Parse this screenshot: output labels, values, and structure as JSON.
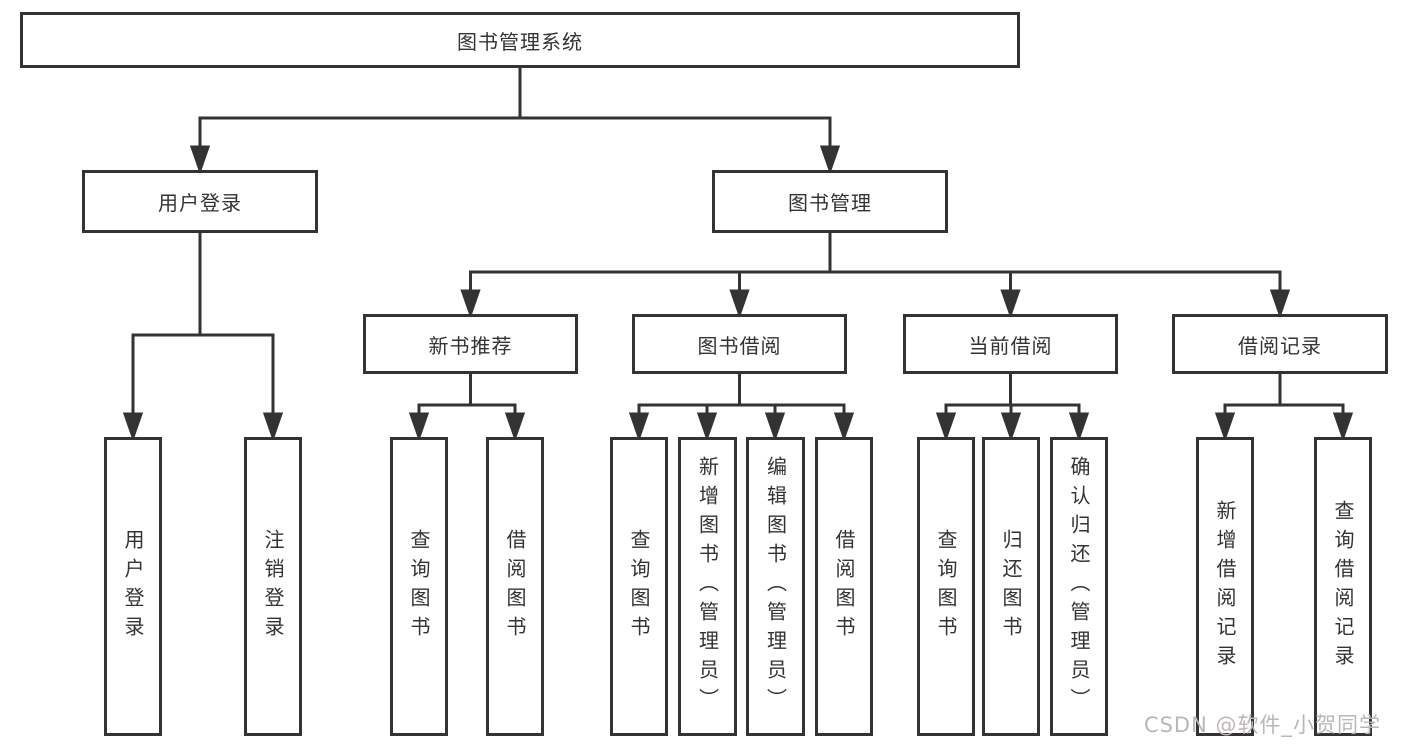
{
  "diagram": {
    "title": "图书管理系统",
    "branches": [
      {
        "label": "用户登录",
        "children": [
          {
            "label": "用户登录"
          },
          {
            "label": "注销登录"
          }
        ]
      },
      {
        "label": "图书管理",
        "children": [
          {
            "label": "新书推荐",
            "children": [
              {
                "label": "查询图书"
              },
              {
                "label": "借阅图书"
              }
            ]
          },
          {
            "label": "图书借阅",
            "children": [
              {
                "label": "查询图书"
              },
              {
                "label": "新增图书（管理员）"
              },
              {
                "label": "编辑图书（管理员）"
              },
              {
                "label": "借阅图书"
              }
            ]
          },
          {
            "label": "当前借阅",
            "children": [
              {
                "label": "查询图书"
              },
              {
                "label": "归还图书"
              },
              {
                "label": "确认归还（管理员）"
              }
            ]
          },
          {
            "label": "借阅记录",
            "children": [
              {
                "label": "新增借阅记录"
              },
              {
                "label": "查询借阅记录"
              }
            ]
          }
        ]
      }
    ]
  },
  "watermark": "CSDN @软件_小贺同学",
  "colors": {
    "line": "#333333",
    "box_border": "#333333",
    "text": "#333333",
    "background": "#ffffff",
    "watermark": "#bcb6b6"
  }
}
